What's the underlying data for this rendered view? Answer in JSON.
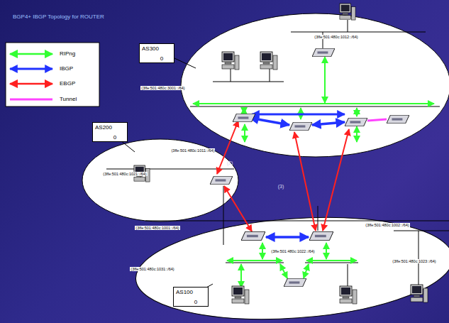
{
  "diagram": {
    "title": "BGP4+ IBGP Topology for ROUTER",
    "nodes": [
      {
        "text": [
          "AS300",
          "0"
        ]
      },
      {
        "text": [
          "AS200",
          "0"
        ]
      },
      {
        "text": [
          "AS100",
          "0"
        ]
      }
    ],
    "labels": [
      "(3ffe:501:480c:1012::/64)",
      "(3ffe:501:480c:3001::/64)",
      "(3ffe:501:480c:1011::/64)",
      "(3ffe:501:480c:1021::/64)",
      "(2)",
      "(3)",
      "(3ffe:501:480c:1001::/64)",
      "(3ffe:501:480c:1002::/64)",
      "(3ffe:501:480c:1022::/64)",
      "(3ffe:501:480c:1023::/64)",
      "(3ffe:501:480c:1031::/64)"
    ],
    "legend": [
      {
        "text": "RIPng"
      },
      {
        "text": "IBGP"
      },
      {
        "text": "EBGP"
      },
      {
        "text": "Tunnel"
      }
    ]
  }
}
